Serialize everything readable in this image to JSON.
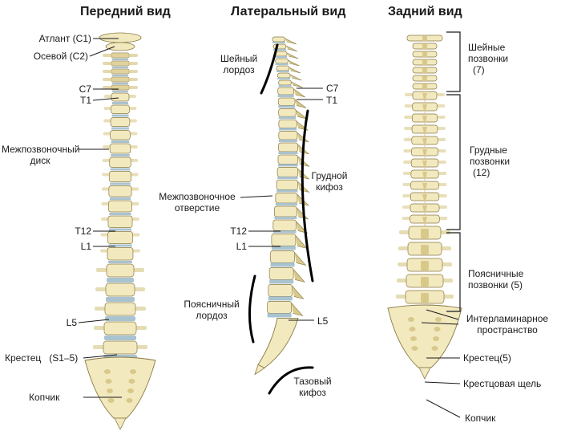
{
  "titles": {
    "front": "Передний вид",
    "lateral": "Латеральный вид",
    "back": "Задний вид"
  },
  "front": {
    "atlas": "Атлант (С1)",
    "axis": "Осевой (С2)",
    "c7": "C7",
    "t1": "T1",
    "disc_line1": "Межпозвоночный",
    "disc_line2": "диск",
    "t12": "T12",
    "l1": "L1",
    "l5": "L5",
    "sacrum": "Крестец",
    "sacrum_range": "(S1–5)",
    "coccyx": "Копчик"
  },
  "lateral": {
    "cervical_lordosis_1": "Шейный",
    "cervical_lordosis_2": "лордоз",
    "c7": "C7",
    "t1": "T1",
    "thoracic_kyphosis_1": "Грудной",
    "thoracic_kyphosis_2": "кифоз",
    "foramen_1": "Межпозвоночное",
    "foramen_2": "отверстие",
    "t12": "T12",
    "l1": "L1",
    "lumbar_lordosis_1": "Поясничный",
    "lumbar_lordosis_2": "лордоз",
    "l5": "L5",
    "pelvic_kyphosis_1": "Тазовый",
    "pelvic_kyphosis_2": "кифоз"
  },
  "back": {
    "cervical_1": "Шейные",
    "cervical_2": "позвонки",
    "cervical_3": "(7)",
    "thoracic_1": "Грудные",
    "thoracic_2": "позвонки",
    "thoracic_3": "(12)",
    "lumbar_1": "Поясничные",
    "lumbar_2": "позвонки (5)",
    "interlaminar_1": "Интерламинарное",
    "interlaminar_2": "пространство",
    "sacrum": "Крестец(5)",
    "sacral_hiatus": "Крестцовая щель",
    "coccyx": "Копчик"
  },
  "colors": {
    "bone": "#f2e9bf",
    "bone_dark": "#d8c98a",
    "bone_outline": "#8a7a45",
    "disc": "#a9c3d0",
    "line": "#1a1a1a"
  }
}
